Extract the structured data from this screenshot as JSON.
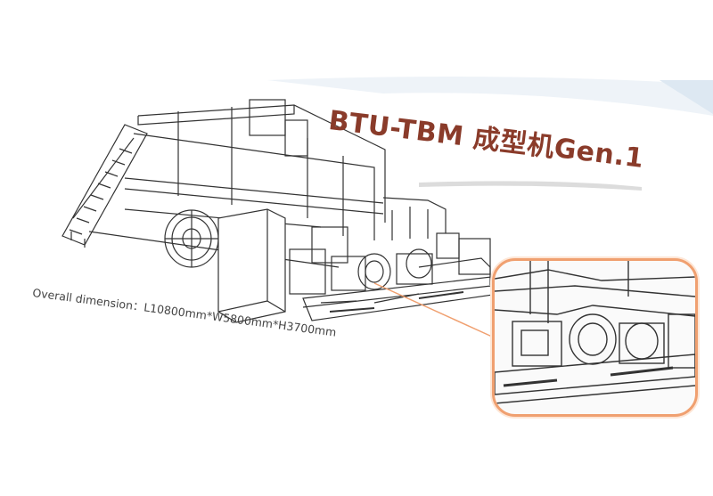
{
  "title": "BTU-TBM 成型机Gen.1",
  "dimension": "Overall dimension：L10800mm*W5800mm*H3700mm",
  "colors": {
    "title": "#8a3b2a",
    "callout": "#f0a070",
    "swoosh": "#dde8f2",
    "line": "#333333"
  },
  "icons": {
    "machine": "tire-building-machine-drawing",
    "zoom": "zoomed-detail-drawing"
  }
}
